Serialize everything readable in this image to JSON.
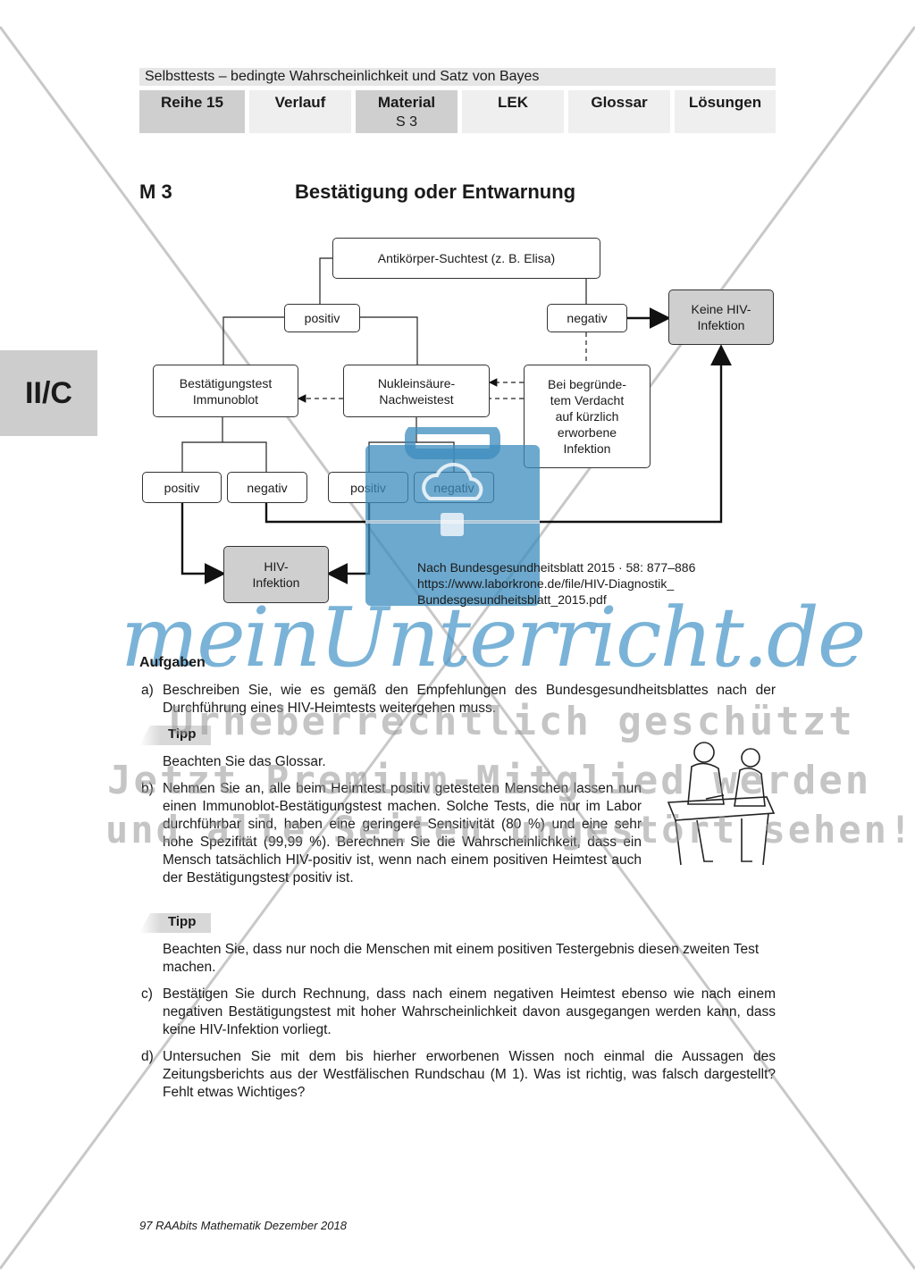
{
  "header": {
    "title": "Selbsttests – bedingte Wahrscheinlichkeit und Satz von Bayes"
  },
  "tabs": [
    {
      "label": "Reihe 15",
      "sub": ""
    },
    {
      "label": "Verlauf",
      "sub": ""
    },
    {
      "label": "Material",
      "sub": "S 3"
    },
    {
      "label": "LEK",
      "sub": ""
    },
    {
      "label": "Glossar",
      "sub": ""
    },
    {
      "label": "Lösungen",
      "sub": ""
    }
  ],
  "side_tab": "II/C",
  "material": {
    "number": "M 3",
    "title": "Bestätigung oder Entwarnung"
  },
  "diagram": {
    "top": "Antikörper-Suchtest (z. B. Elisa)",
    "positiv1": "positiv",
    "negativ1": "negativ",
    "keine_hiv": "Keine HIV-\nInfektion",
    "bestaetigung": "Bestätigungstest\nImmunoblot",
    "nukleinsaeure": "Nukleinsäure-\nNachweistest",
    "verdacht": "Bei begründe-\ntem Verdacht\nauf kürzlich\nerworbene\nInfektion",
    "positiv2": "positiv",
    "negativ2": "negativ",
    "positiv3": "positiv",
    "negativ3": "negativ",
    "hiv": "HIV-\nInfektion"
  },
  "source": {
    "line1": "Nach Bundesgesundheitsblatt 2015 · 58: 877–886",
    "line2": "https://www.laborkrone.de/file/HIV-Diagnostik_",
    "line3": "Bundesgesundheitsblatt_2015.pdf"
  },
  "aufgaben": {
    "heading": "Aufgaben",
    "a_label": "a)",
    "a_text": "Beschreiben Sie, wie es gemäß den Empfehlungen des Bundesgesundheitsblattes nach der Durchführung eines HIV-Heimtests weitergehen muss.",
    "tipp1_label": "Tipp",
    "tipp1_text": "Beachten Sie das Glossar.",
    "b_label": "b)",
    "b_text": "Nehmen Sie an, alle beim Heimtest positiv getesteten Menschen lassen nun einen Immunoblot-Bestätigungstest machen. Solche Tests, die nur im Labor durchführbar sind, haben eine geringere Sensitivität (80 %) und eine sehr hohe Spezifität (99,99 %). Berechnen Sie die Wahrscheinlichkeit, dass ein Mensch tatsächlich HIV-positiv ist, wenn nach einem positiven Heimtest auch der Bestätigungstest positiv ist.",
    "tipp2_label": "Tipp",
    "tipp2_text": "Beachten Sie, dass nur noch die Menschen mit einem positiven Testergebnis diesen zweiten Test machen.",
    "c_label": "c)",
    "c_text": "Bestätigen Sie durch Rechnung, dass nach einem negativen Heimtest ebenso wie nach einem negativen Bestätigungstest mit hoher Wahrscheinlichkeit davon ausgegangen werden kann, dass keine HIV-Infektion vorliegt.",
    "d_label": "d)",
    "d_text": "Untersuchen Sie mit dem bis hierher erworbenen Wissen noch einmal die Aussagen des Zeitungsberichts aus der Westfälischen Rundschau (M 1). Was ist richtig, was falsch dargestellt? Fehlt etwas Wichtiges?"
  },
  "watermark": {
    "logo": "meinUnterricht.de",
    "line1": "Urheberrechtlich geschützt",
    "line2": "Jetzt Premium-Mitglied werden",
    "line3": "und alle Seiten ungestört sehen!"
  },
  "footer": "97 RAAbits Mathematik Dezember 2018"
}
